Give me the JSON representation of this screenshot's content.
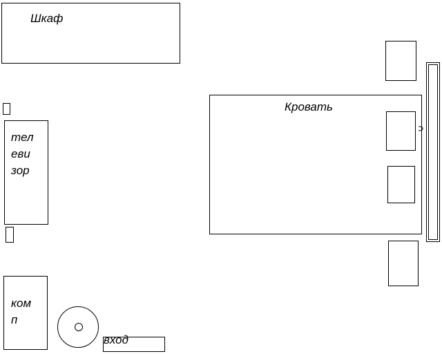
{
  "labels": {
    "wardrobe": "Шкаф",
    "bed": "Кровать",
    "tv": [
      "тел",
      "еви",
      "зор"
    ],
    "computer": [
      "ком",
      "п"
    ],
    "entrance": "вход"
  }
}
